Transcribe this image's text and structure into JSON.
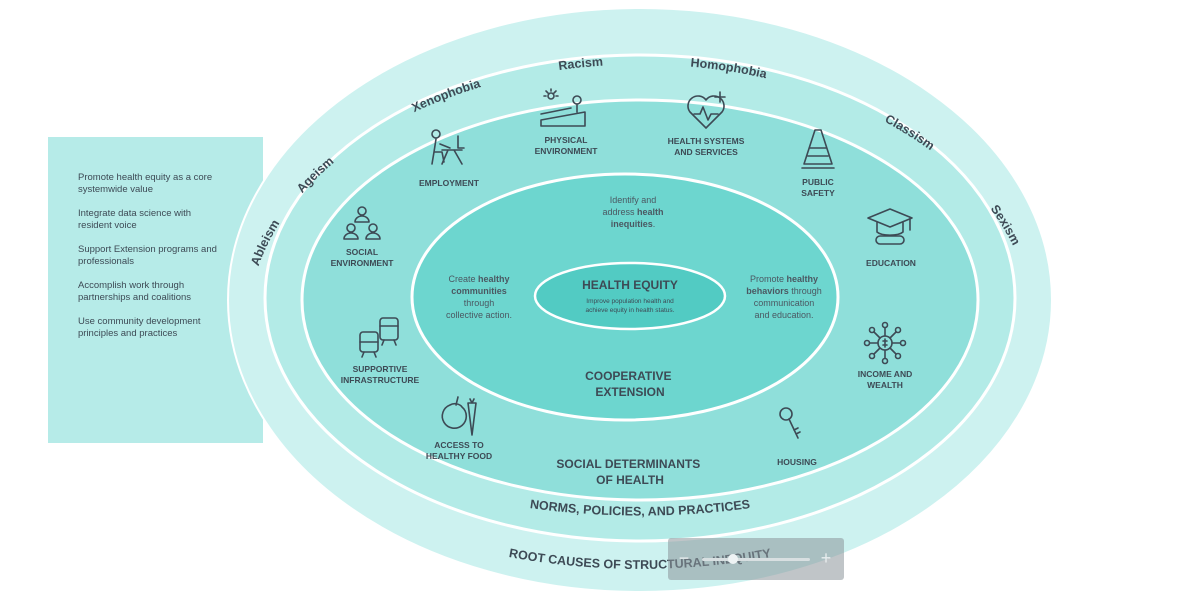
{
  "side_panel": {
    "items": [
      "Promote health equity as a core systemwide value",
      "Integrate data science with resident voice",
      "Support Extension programs and professionals",
      "Accomplish work through partnerships and coalitions",
      "Use community development principles and practices"
    ]
  },
  "outer_ring": {
    "words": [
      "Ableism",
      "Ageism",
      "Xenophobia",
      "Racism",
      "Homophobia",
      "Classism",
      "Sexism"
    ],
    "bottom_label": "ROOT CAUSES OF STRUCTURAL INEQUITY"
  },
  "norms_ring": {
    "label": "NORMS, POLICIES, AND PRACTICES"
  },
  "determinants": {
    "items": [
      {
        "lines": [
          "EMPLOYMENT"
        ],
        "icon": "employment-icon"
      },
      {
        "lines": [
          "PHYSICAL",
          "ENVIRONMENT"
        ],
        "icon": "physical-environment-icon"
      },
      {
        "lines": [
          "HEALTH SYSTEMS",
          "AND SERVICES"
        ],
        "icon": "health-systems-icon"
      },
      {
        "lines": [
          "PUBLIC",
          "SAFETY"
        ],
        "icon": "public-safety-icon"
      },
      {
        "lines": [
          "SOCIAL",
          "ENVIRONMENT"
        ],
        "icon": "social-environment-icon"
      },
      {
        "lines": [
          "EDUCATION"
        ],
        "icon": "education-icon"
      },
      {
        "lines": [
          "SUPPORTIVE",
          "INFRASTRUCTURE"
        ],
        "icon": "infrastructure-icon"
      },
      {
        "lines": [
          "INCOME AND",
          "WEALTH"
        ],
        "icon": "income-wealth-icon"
      },
      {
        "lines": [
          "ACCESS TO",
          "HEALTHY FOOD"
        ],
        "icon": "healthy-food-icon"
      },
      {
        "lines": [
          "HOUSING"
        ],
        "icon": "housing-icon"
      }
    ],
    "label_lines": [
      "SOCIAL DETERMINANTS",
      "OF HEALTH"
    ]
  },
  "extension": {
    "label_lines": [
      "COOPERATIVE",
      "EXTENSION"
    ],
    "top_lines": [
      [
        {
          "t": "Identify and"
        }
      ],
      [
        {
          "t": "address "
        },
        {
          "t": "health",
          "b": true
        }
      ],
      [
        {
          "t": "inequities",
          "b": true
        },
        {
          "t": "."
        }
      ]
    ],
    "left_lines": [
      [
        {
          "t": "Create "
        },
        {
          "t": "healthy",
          "b": true
        }
      ],
      [
        {
          "t": "communities",
          "b": true
        }
      ],
      [
        {
          "t": "through"
        }
      ],
      [
        {
          "t": "collective action."
        }
      ]
    ],
    "right_lines": [
      [
        {
          "t": "Promote "
        },
        {
          "t": "healthy",
          "b": true
        }
      ],
      [
        {
          "t": "behaviors",
          "b": true
        },
        {
          "t": " through"
        }
      ],
      [
        {
          "t": "communication"
        }
      ],
      [
        {
          "t": "and education."
        }
      ]
    ]
  },
  "core": {
    "title": "HEALTH EQUITY",
    "subtitle_lines": [
      "Improve population health and",
      "achieve equity in health status."
    ]
  },
  "zoom": {
    "minus": "−",
    "plus": "+"
  },
  "colors": {
    "outer": "#cdf2f0",
    "norms": "#b3ebe7",
    "determinants": "#8fdfda",
    "extension": "#6dd6cf",
    "core": "#52cbc3",
    "stroke": "#ffffff",
    "text": "#3d4a55"
  }
}
